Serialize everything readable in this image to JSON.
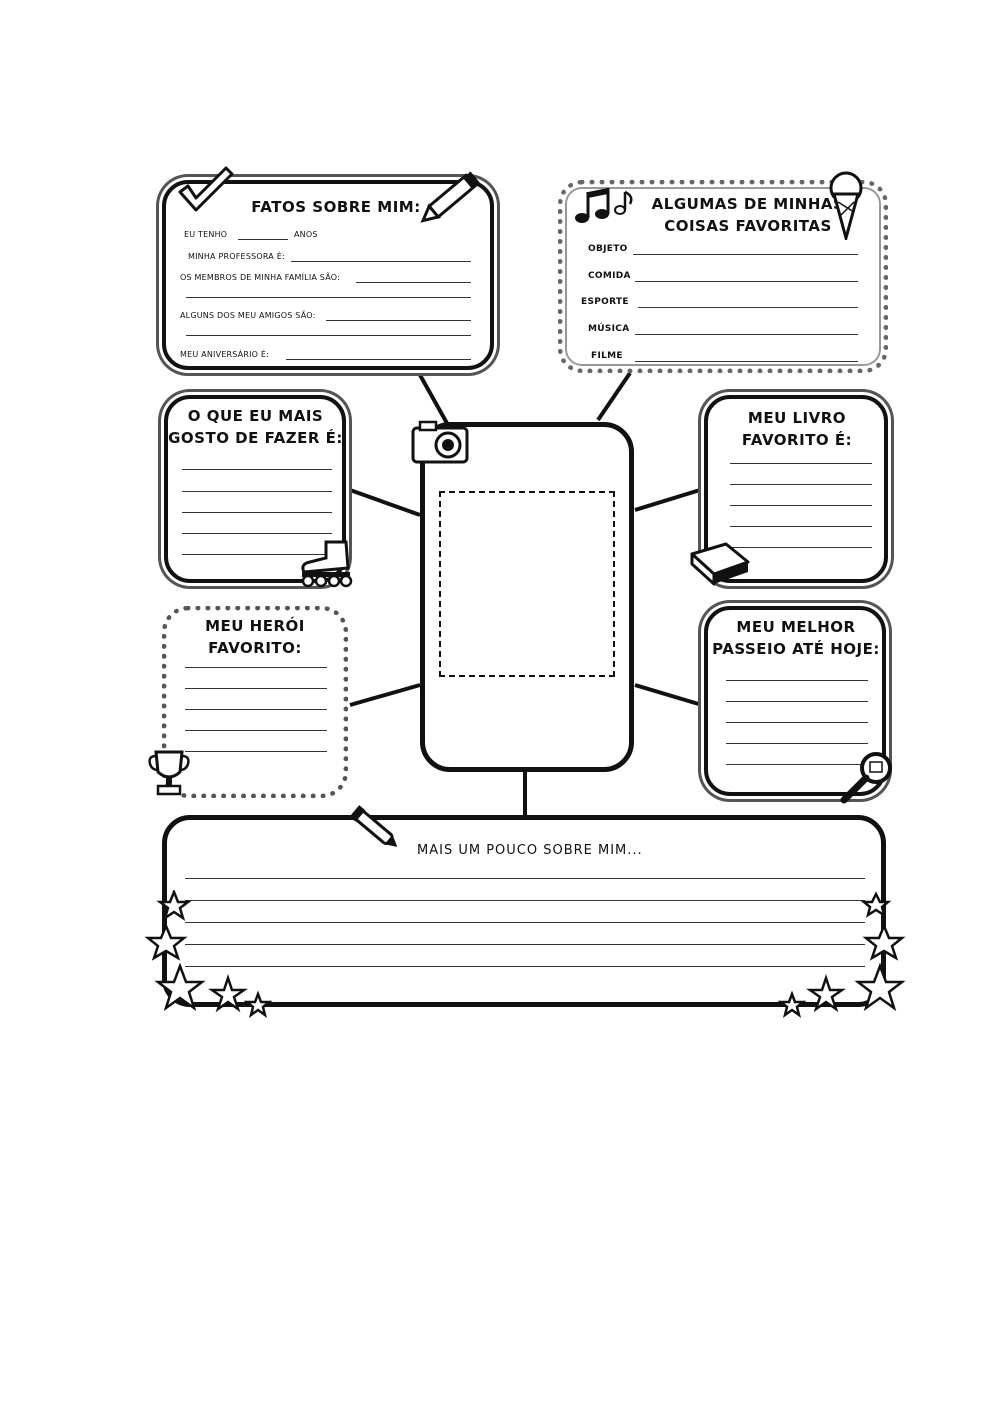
{
  "facts": {
    "title": "FATOS SOBRE MIM:",
    "line1_start": "EU TENHO",
    "line1_end": "ANOS",
    "line2": "MINHA PROFESSORA É:",
    "line3": "OS MEMBROS DE MINHA FAMÍLIA SÃO:",
    "line4": "ALGUNS DOS MEU AMIGOS SÃO:",
    "line5": "MEU ANIVERSÁRIO É:"
  },
  "favorites": {
    "title_line1": "ALGUMAS DE MINHAS",
    "title_line2": "COISAS FAVORITAS",
    "items": [
      "OBJETO",
      "COMIDA",
      "ESPORTE",
      "MÚSICA",
      "FILME"
    ]
  },
  "like_to_do": {
    "title_line1": "O QUE EU MAIS",
    "title_line2": "GOSTO DE FAZER É:"
  },
  "fav_book": {
    "title_line1": "MEU LIVRO",
    "title_line2": "FAVORITO É:"
  },
  "fav_hero": {
    "title_line1": "MEU HERÓI",
    "title_line2": "FAVORITO:"
  },
  "best_trip": {
    "title_line1": "MEU MELHOR",
    "title_line2": "PASSEIO ATÉ HOJE:"
  },
  "more_about_me": {
    "title": "MAIS UM POUCO SOBRE MIM..."
  },
  "icons": [
    "check-icon",
    "pencil-icon",
    "music-notes-icon",
    "ice-cream-icon",
    "camera-icon",
    "roller-skate-icon",
    "book-icon",
    "trophy-icon",
    "magnifier-icon",
    "pen-icon",
    "star-icon"
  ],
  "colors": {
    "ink": "#111111",
    "gray": "#555555",
    "paper": "#ffffff"
  }
}
